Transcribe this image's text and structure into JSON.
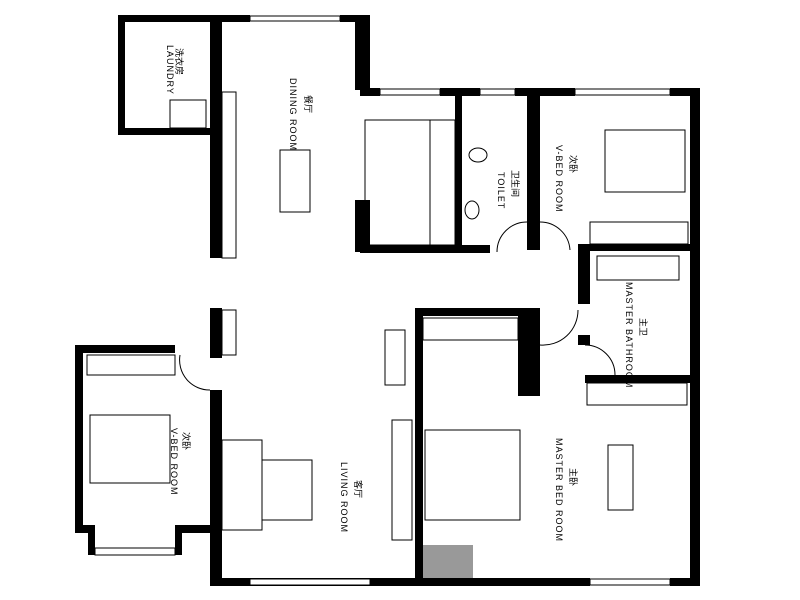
{
  "plan": {
    "wall_color": "#000000",
    "hatch_color": "#555555",
    "rooms": [
      {
        "id": "laundry",
        "cn": "洗衣房",
        "en": "LAUNDRY"
      },
      {
        "id": "dining",
        "cn": "餐厅",
        "en": "DINING ROOM"
      },
      {
        "id": "toilet",
        "cn": "卫生间",
        "en": "TOILET"
      },
      {
        "id": "vbed1",
        "cn": "次卧",
        "en": "V-BED ROOM"
      },
      {
        "id": "mbath",
        "cn": "主卫",
        "en": "MASTER BATHROOM"
      },
      {
        "id": "vbed2",
        "cn": "次卧",
        "en": "V-BED ROOM"
      },
      {
        "id": "living",
        "cn": "客厅",
        "en": "LIVING ROOM"
      },
      {
        "id": "mbed",
        "cn": "主卧",
        "en": "MASTER BED ROOM"
      }
    ]
  }
}
